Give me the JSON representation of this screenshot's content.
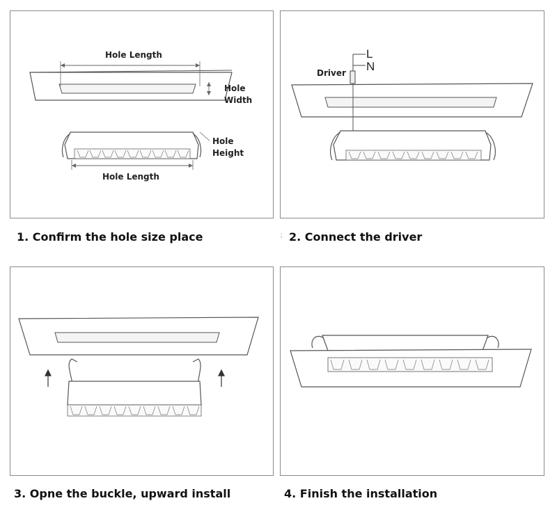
{
  "steps": [
    {
      "caption": "1. Confirm the hole size place",
      "labels": {
        "hole_length_top": "Hole Length",
        "hole_width_1": "Hole",
        "hole_width_2": "Width",
        "hole_height_1": "Hole",
        "hole_height_2": "Height",
        "hole_length_bottom": "Hole Length"
      }
    },
    {
      "caption": "2. Connect the driver",
      "labels": {
        "driver": "Driver",
        "l_wire": "L",
        "n_wire": "N"
      }
    },
    {
      "caption": "3. Opne the buckle, upward install"
    },
    {
      "caption": "4. Finish the installation"
    }
  ],
  "icons": [
    "arrow-up-icon"
  ],
  "colors": {
    "border": "#8a8a8a",
    "line": "#555555",
    "shade": "#e6e6e6"
  }
}
